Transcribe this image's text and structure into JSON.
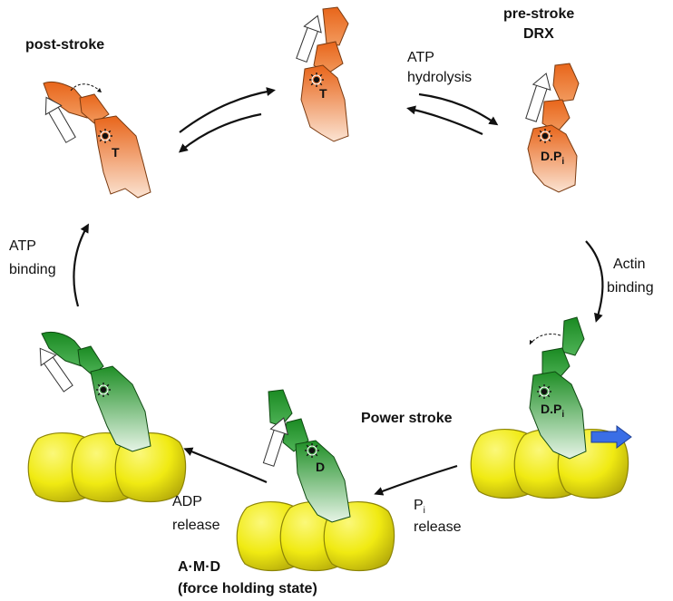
{
  "states": {
    "post_stroke": {
      "title": "post-stroke",
      "nucleotide": "T"
    },
    "top": {
      "nucleotide": "T"
    },
    "pre_stroke": {
      "title_line1": "pre-stroke",
      "title_line2": "DRX",
      "nucleotide": "D.P",
      "nucleotide_sub": "i"
    },
    "bound_right": {
      "nucleotide": "D.P",
      "nucleotide_sub": "i"
    },
    "bound_middle": {
      "nucleotide": "D"
    },
    "bound_left": {}
  },
  "transitions": {
    "atp_hydrolysis": [
      "ATP",
      "hydrolysis"
    ],
    "actin_binding": [
      "Actin",
      "binding"
    ],
    "power_stroke": "Power stroke",
    "pi_release": {
      "main": "P",
      "sub": "i",
      "line2": "release"
    },
    "adp_release": [
      "ADP",
      "release"
    ],
    "atp_binding": [
      "ATP",
      "binding"
    ]
  },
  "amd_state": {
    "line1": "A·M·D",
    "line2": "(force holding state)"
  },
  "colors": {
    "detached_dark": "#e8651a",
    "detached_light": "#fbe3d2",
    "attached_dark": "#1f8f26",
    "attached_light": "#e6f4e6",
    "actin": "#f0ea12",
    "arrow_blue": "#3a6ee6"
  }
}
